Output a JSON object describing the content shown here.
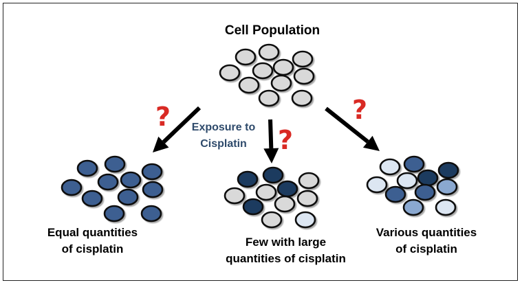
{
  "diagram": {
    "title": "Cell Population",
    "exposure_label": [
      "Exposure to",
      "Cisplatin"
    ],
    "question_mark": "?",
    "outcomes": [
      {
        "lines": [
          "Equal quantities",
          "of cisplatin"
        ]
      },
      {
        "lines": [
          "Few with large",
          "quantities of cisplatin"
        ]
      },
      {
        "lines": [
          "Various quantities",
          "of cisplatin"
        ]
      }
    ],
    "colors": {
      "cell_untreated": "#d9d9d9",
      "cell_outline": "#111111",
      "cisplatin_high": "#1f3a5f",
      "cisplatin_medium": "#3d5f91",
      "cisplatin_low": "#8aa8d0",
      "cisplatin_trace": "#dce6f2",
      "arrow": "#000000",
      "question_mark": "#d92a24",
      "exposure_text": "#2e4a6b"
    }
  }
}
